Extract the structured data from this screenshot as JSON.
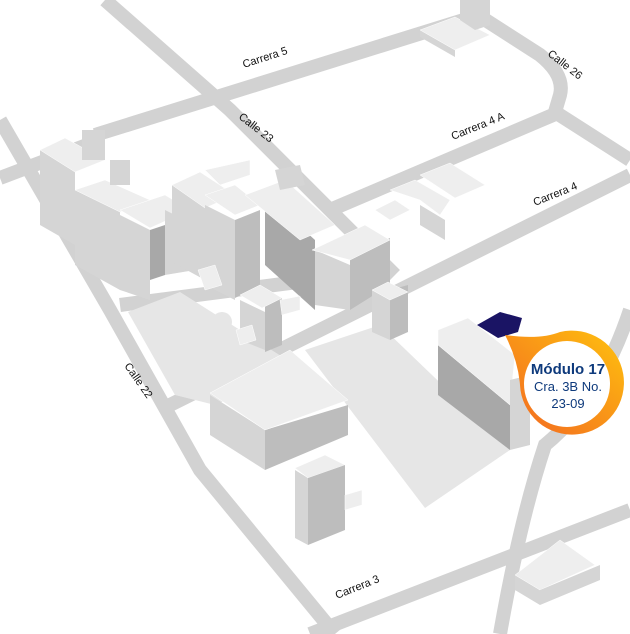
{
  "streets": {
    "carrera_5": "Carrera 5",
    "calle_23": "Calle 23",
    "carrera_4a": "Carrera 4 A",
    "calle_26": "Calle 26",
    "carrera_4": "Carrera 4",
    "calle_22": "Calle 22",
    "carrera_3": "Carrera 3"
  },
  "callout": {
    "title": "Módulo 17",
    "line1": "Cra. 3B  No.",
    "line2": "23-09"
  },
  "colors": {
    "road": "#d2d2d2",
    "highlight_building": "#1a1464",
    "callout_orange": "#f7941d",
    "callout_text": "#0e3a7c"
  }
}
